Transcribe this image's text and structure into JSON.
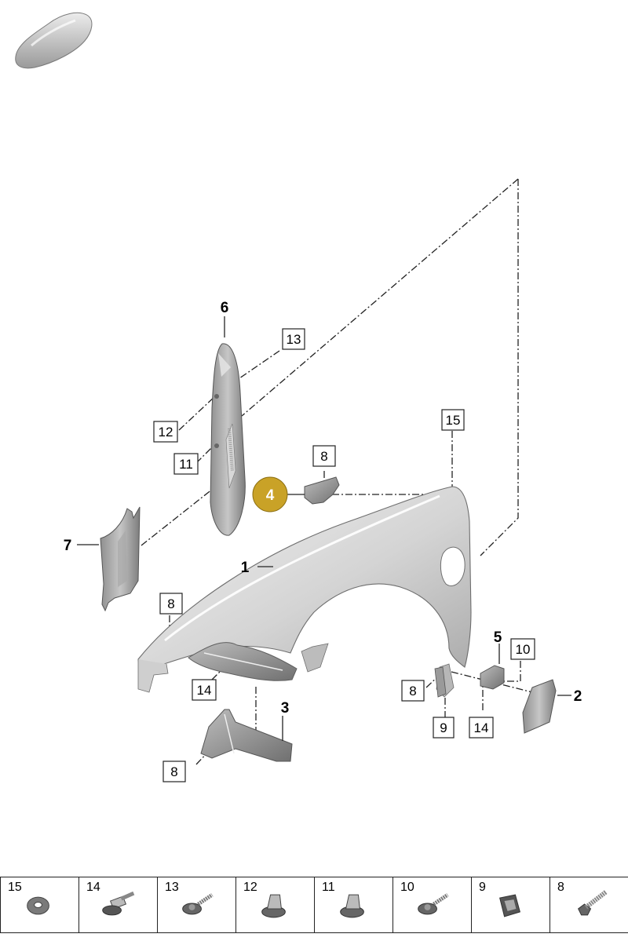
{
  "callouts": {
    "c1": "1",
    "c2": "2",
    "c3": "3",
    "c4": "4",
    "c5": "5",
    "c6": "6",
    "c7": "7",
    "b8a": "8",
    "b8b": "8",
    "b8c": "8",
    "b8d": "8",
    "b9": "9",
    "b10": "10",
    "b11": "11",
    "b12": "12",
    "b13": "13",
    "b14a": "14",
    "b14b": "14",
    "b15": "15"
  },
  "highlight_color": "#C9A227",
  "legend": [
    {
      "number": "15",
      "icon": "washer-icon"
    },
    {
      "number": "14",
      "icon": "expanding-rivet-icon"
    },
    {
      "number": "13",
      "icon": "flange-screw-icon"
    },
    {
      "number": "12",
      "icon": "plastic-nut-icon"
    },
    {
      "number": "11",
      "icon": "plastic-nut-icon"
    },
    {
      "number": "10",
      "icon": "flange-screw-icon"
    },
    {
      "number": "9",
      "icon": "clip-nut-icon"
    },
    {
      "number": "8",
      "icon": "hex-bolt-icon"
    }
  ]
}
